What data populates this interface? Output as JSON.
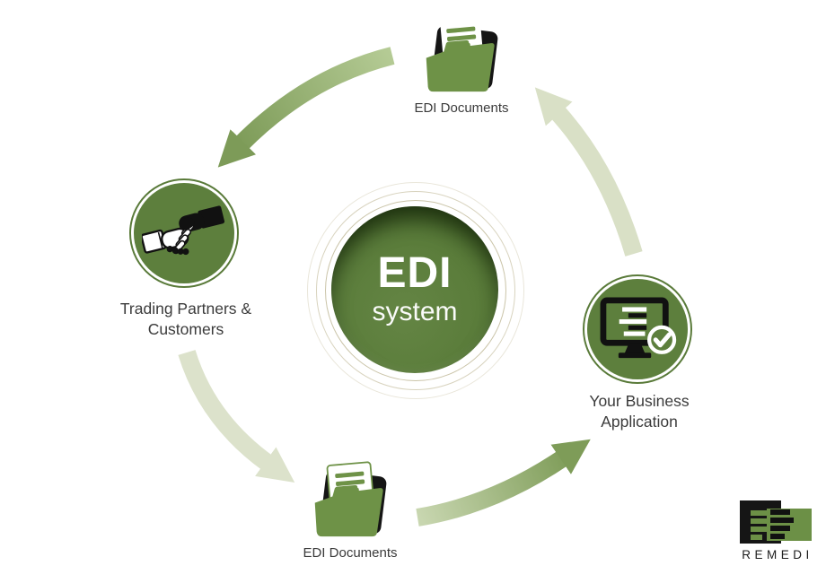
{
  "center": {
    "title": "EDI",
    "subtitle": "system"
  },
  "nodes": {
    "documents_top": {
      "label": "EDI Documents",
      "icon": "folder-documents-icon"
    },
    "trading_partners": {
      "label_lines": [
        "Trading Partners &",
        "Customers"
      ],
      "icon": "handshake-icon"
    },
    "documents_bottom": {
      "label": "EDI Documents",
      "icon": "folder-documents-icon"
    },
    "business_application": {
      "label_lines": [
        "Your Business",
        "Application"
      ],
      "icon": "monitor-check-icon"
    }
  },
  "logo": {
    "text": "REMEDI",
    "icon": "remedi-logo"
  },
  "colors": {
    "node_green": "#5d7f3d",
    "folder_green": "#6e9247",
    "arrow_green": "#7d9b58",
    "arrow_pale": "#dce2cb",
    "ring_tan": "#c7c1a3",
    "label_text": "#3b3b3b",
    "icon_black": "#111111",
    "background": "#ffffff"
  }
}
